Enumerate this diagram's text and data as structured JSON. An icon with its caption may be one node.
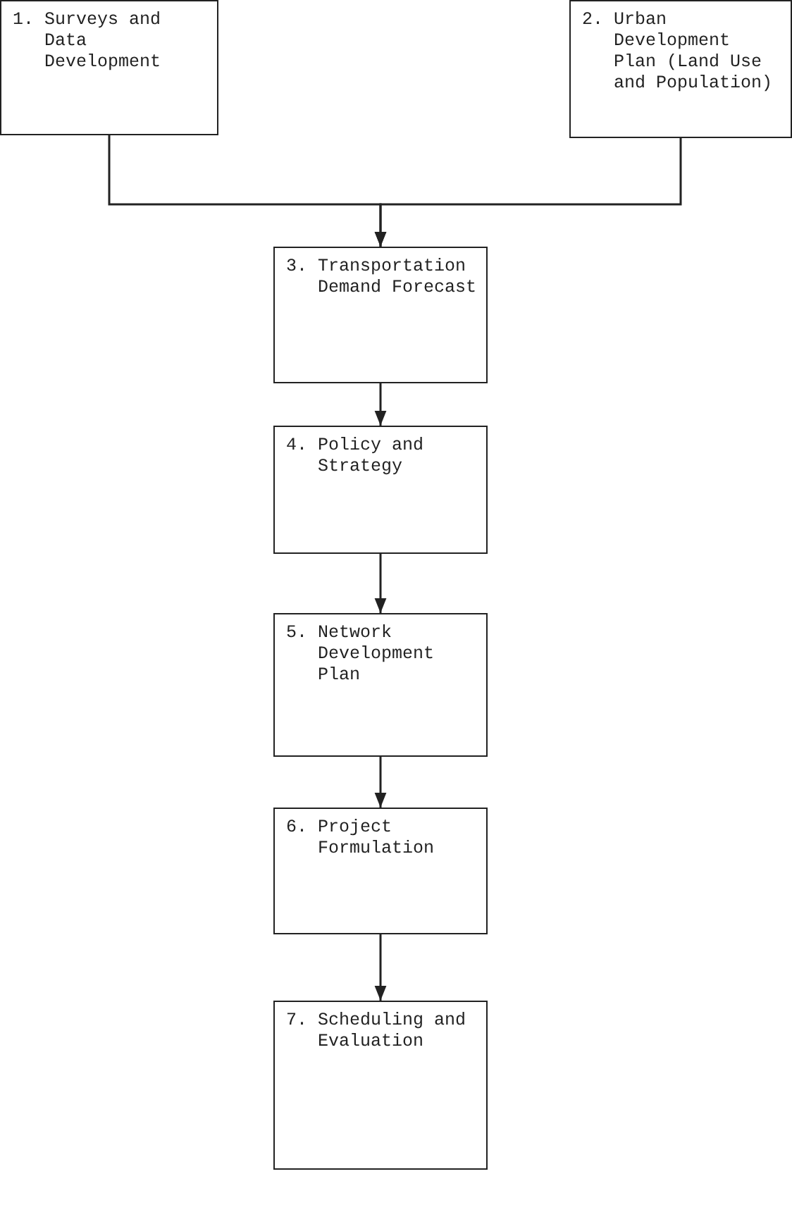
{
  "diagram": {
    "nodes": [
      {
        "text": [
          "1. Surveys and Data Development"
        ]
      },
      {
        "text": [
          "2. Urban Development Plan (Land Use and Population)"
        ]
      },
      {
        "text": [
          "3. Transportation Demand Forecast"
        ]
      },
      {
        "text": [
          "4. Policy and Strategy"
        ]
      },
      {
        "text": [
          "5. Network Development Plan"
        ]
      },
      {
        "text": [
          "6. Project Formulation"
        ]
      },
      {
        "text": [
          "7. Scheduling and Evaluation"
        ]
      }
    ],
    "edges": [
      {
        "from": 0,
        "to": 2,
        "arrow": "to"
      },
      {
        "from": 1,
        "to": 2,
        "arrow": "to"
      },
      {
        "from": 2,
        "to": 3,
        "arrow": "to"
      },
      {
        "from": 3,
        "to": 4,
        "arrow": "to"
      },
      {
        "from": 4,
        "to": 5,
        "arrow": "to"
      },
      {
        "from": 5,
        "to": 6,
        "arrow": "to"
      }
    ]
  }
}
